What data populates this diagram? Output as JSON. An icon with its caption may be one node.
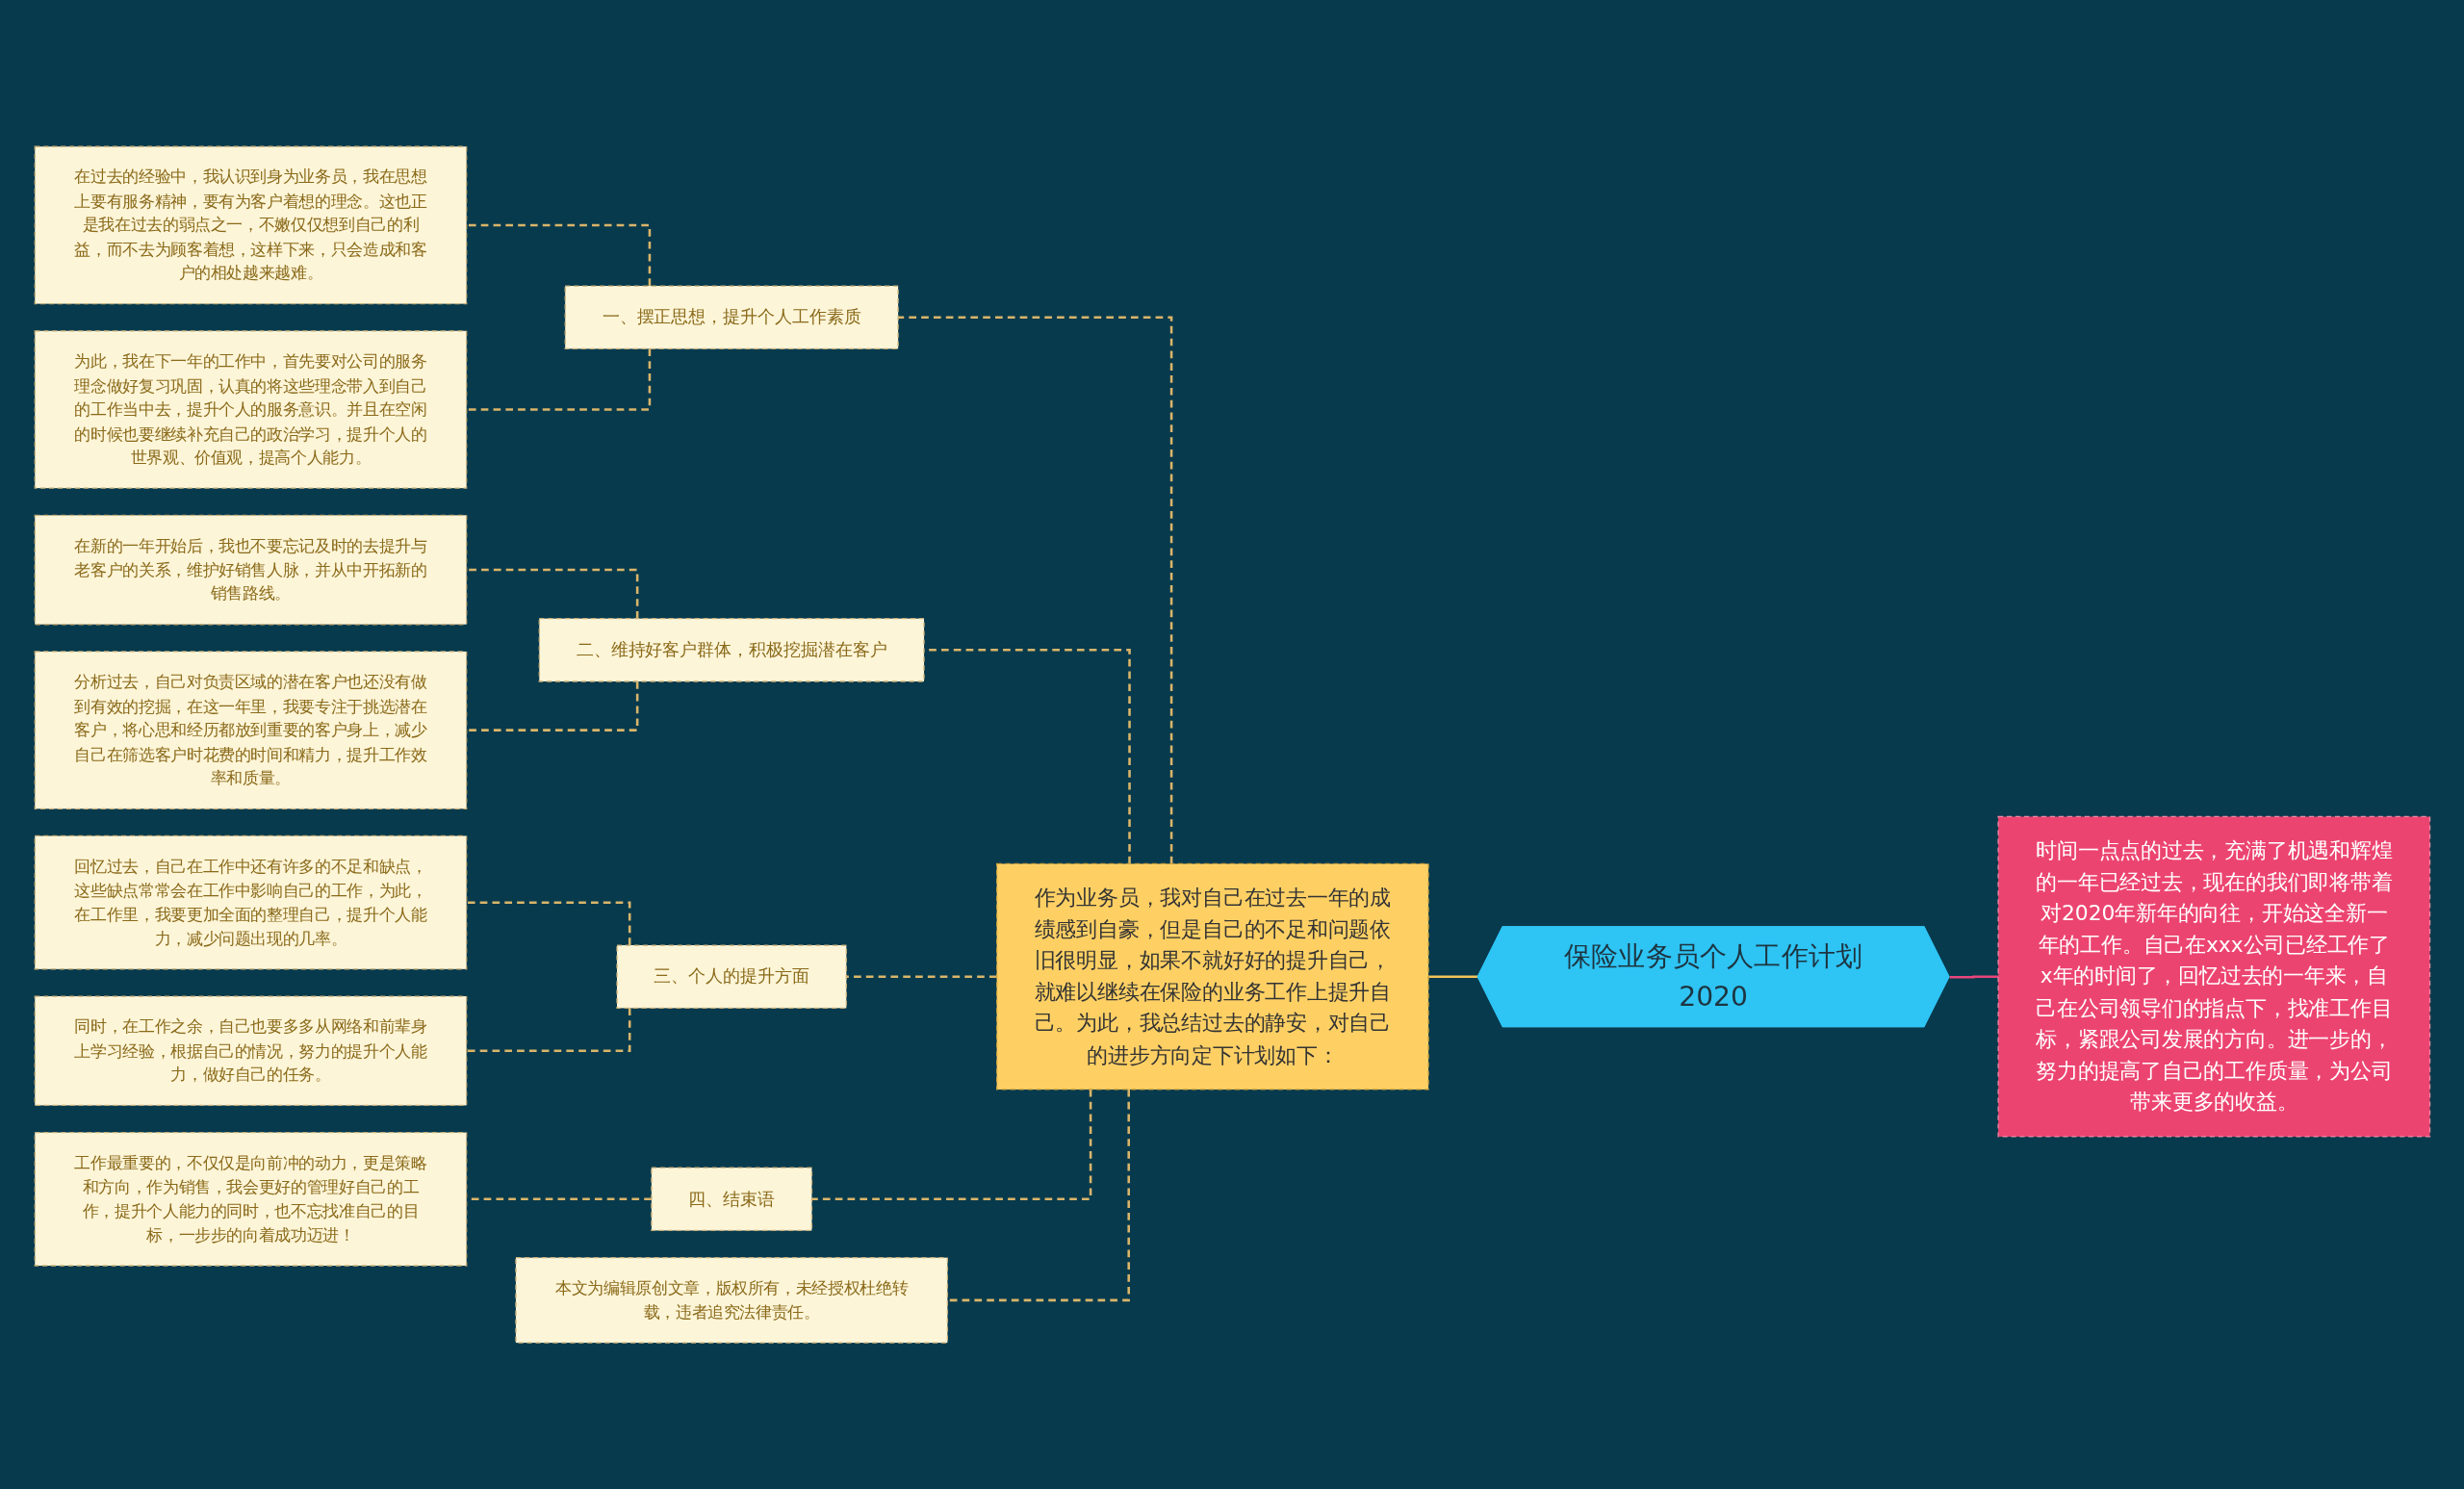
{
  "diagram": {
    "nodes": [
      {
        "text": [
          "保险业务员个人工作计划2020"
        ]
      },
      {
        "text": [
          "时间一点点的过去，充满了机遇和辉煌的一年已经过去，现在的我们即将带着对2020年新年的向往，开始这全新一年的工作。自己在xxx公司已经工作了x年的时间了，回忆过去的一年来，自己在公司领导们的指点下，找准工作目标，紧跟公司发展的方向。进一步的，努力的提高了自己的工作质量，为公司带来更多的收益。"
        ]
      },
      {
        "text": [
          "作为业务员，我对自己在过去一年的成绩感到自豪，但是自己的不足和问题依旧很明显，如果不就好好的提升自己，就难以继续在保险的业务工作上提升自己。为此，我总结过去的静安，对自己的进步方向定下计划如下："
        ]
      },
      {
        "text": [
          "一、摆正思想，提升个人工作素质"
        ]
      },
      {
        "text": [
          "在过去的经验中，我认识到身为业务员，我在思想上要有服务精神，要有为客户着想的理念。这也正是我在过去的弱点之一，不嫩仅仅想到自己的利益，而不去为顾客着想，这样下来，只会造成和客户的相处越来越难。"
        ]
      },
      {
        "text": [
          "为此，我在下一年的工作中，首先要对公司的服务理念做好复习巩固，认真的将这些理念带入到自己的工作当中去，提升个人的服务意识。并且在空闲的时候也要继续补充自己的政治学习，提升个人的世界观、价值观，提高个人能力。"
        ]
      },
      {
        "text": [
          "二、维持好客户群体，积极挖掘潜在客户"
        ]
      },
      {
        "text": [
          "在新的一年开始后，我也不要忘记及时的去提升与老客户的关系，维护好销售人脉，并从中开拓新的销售路线。"
        ]
      },
      {
        "text": [
          "分析过去，自己对负责区域的潜在客户也还没有做到有效的挖掘，在这一年里，我要专注于挑选潜在客户，将心思和经历都放到重要的客户身上，减少自己在筛选客户时花费的时间和精力，提升工作效率和质量。"
        ]
      },
      {
        "text": [
          "三、个人的提升方面"
        ]
      },
      {
        "text": [
          "回忆过去，自己在工作中还有许多的不足和缺点，这些缺点常常会在工作中影响自己的工作，为此，在工作里，我要更加全面的整理自己，提升个人能力，减少问题出现的几率。"
        ]
      },
      {
        "text": [
          "同时，在工作之余，自己也要多多从网络和前辈身上学习经验，根据自己的情况，努力的提升个人能力，做好自己的任务。"
        ]
      },
      {
        "text": [
          "四、结束语"
        ]
      },
      {
        "text": [
          "工作最重要的，不仅仅是向前冲的动力，更是策略和方向，作为销售，我会更好的管理好自己的工作，提升个人能力的同时，也不忘找准自己的目标，一步步的向着成功迈进！"
        ]
      },
      {
        "text": [
          "本文为编辑原创文章，版权所有，未经授权杜绝转载，违者追究法律责任。"
        ]
      }
    ],
    "edges": [
      {
        "from": 0,
        "to": 1,
        "arrow": "none",
        "color": "#e8457a"
      },
      {
        "from": 0,
        "to": 2,
        "arrow": "none",
        "color": "#f2c45a"
      },
      {
        "from": 2,
        "to": 3,
        "arrow": "none",
        "style": "dashed"
      },
      {
        "from": 3,
        "to": 4,
        "arrow": "none",
        "style": "dashed"
      },
      {
        "from": 3,
        "to": 5,
        "arrow": "none",
        "style": "dashed"
      },
      {
        "from": 2,
        "to": 6,
        "arrow": "none",
        "style": "dashed"
      },
      {
        "from": 6,
        "to": 7,
        "arrow": "none",
        "style": "dashed"
      },
      {
        "from": 6,
        "to": 8,
        "arrow": "none",
        "style": "dashed"
      },
      {
        "from": 2,
        "to": 9,
        "arrow": "none",
        "style": "dashed"
      },
      {
        "from": 9,
        "to": 10,
        "arrow": "none",
        "style": "dashed"
      },
      {
        "from": 9,
        "to": 11,
        "arrow": "none",
        "style": "dashed"
      },
      {
        "from": 2,
        "to": 12,
        "arrow": "none",
        "style": "dashed"
      },
      {
        "from": 12,
        "to": 13,
        "arrow": "none",
        "style": "dashed"
      },
      {
        "from": 2,
        "to": 14,
        "arrow": "none",
        "style": "dashed"
      }
    ]
  }
}
